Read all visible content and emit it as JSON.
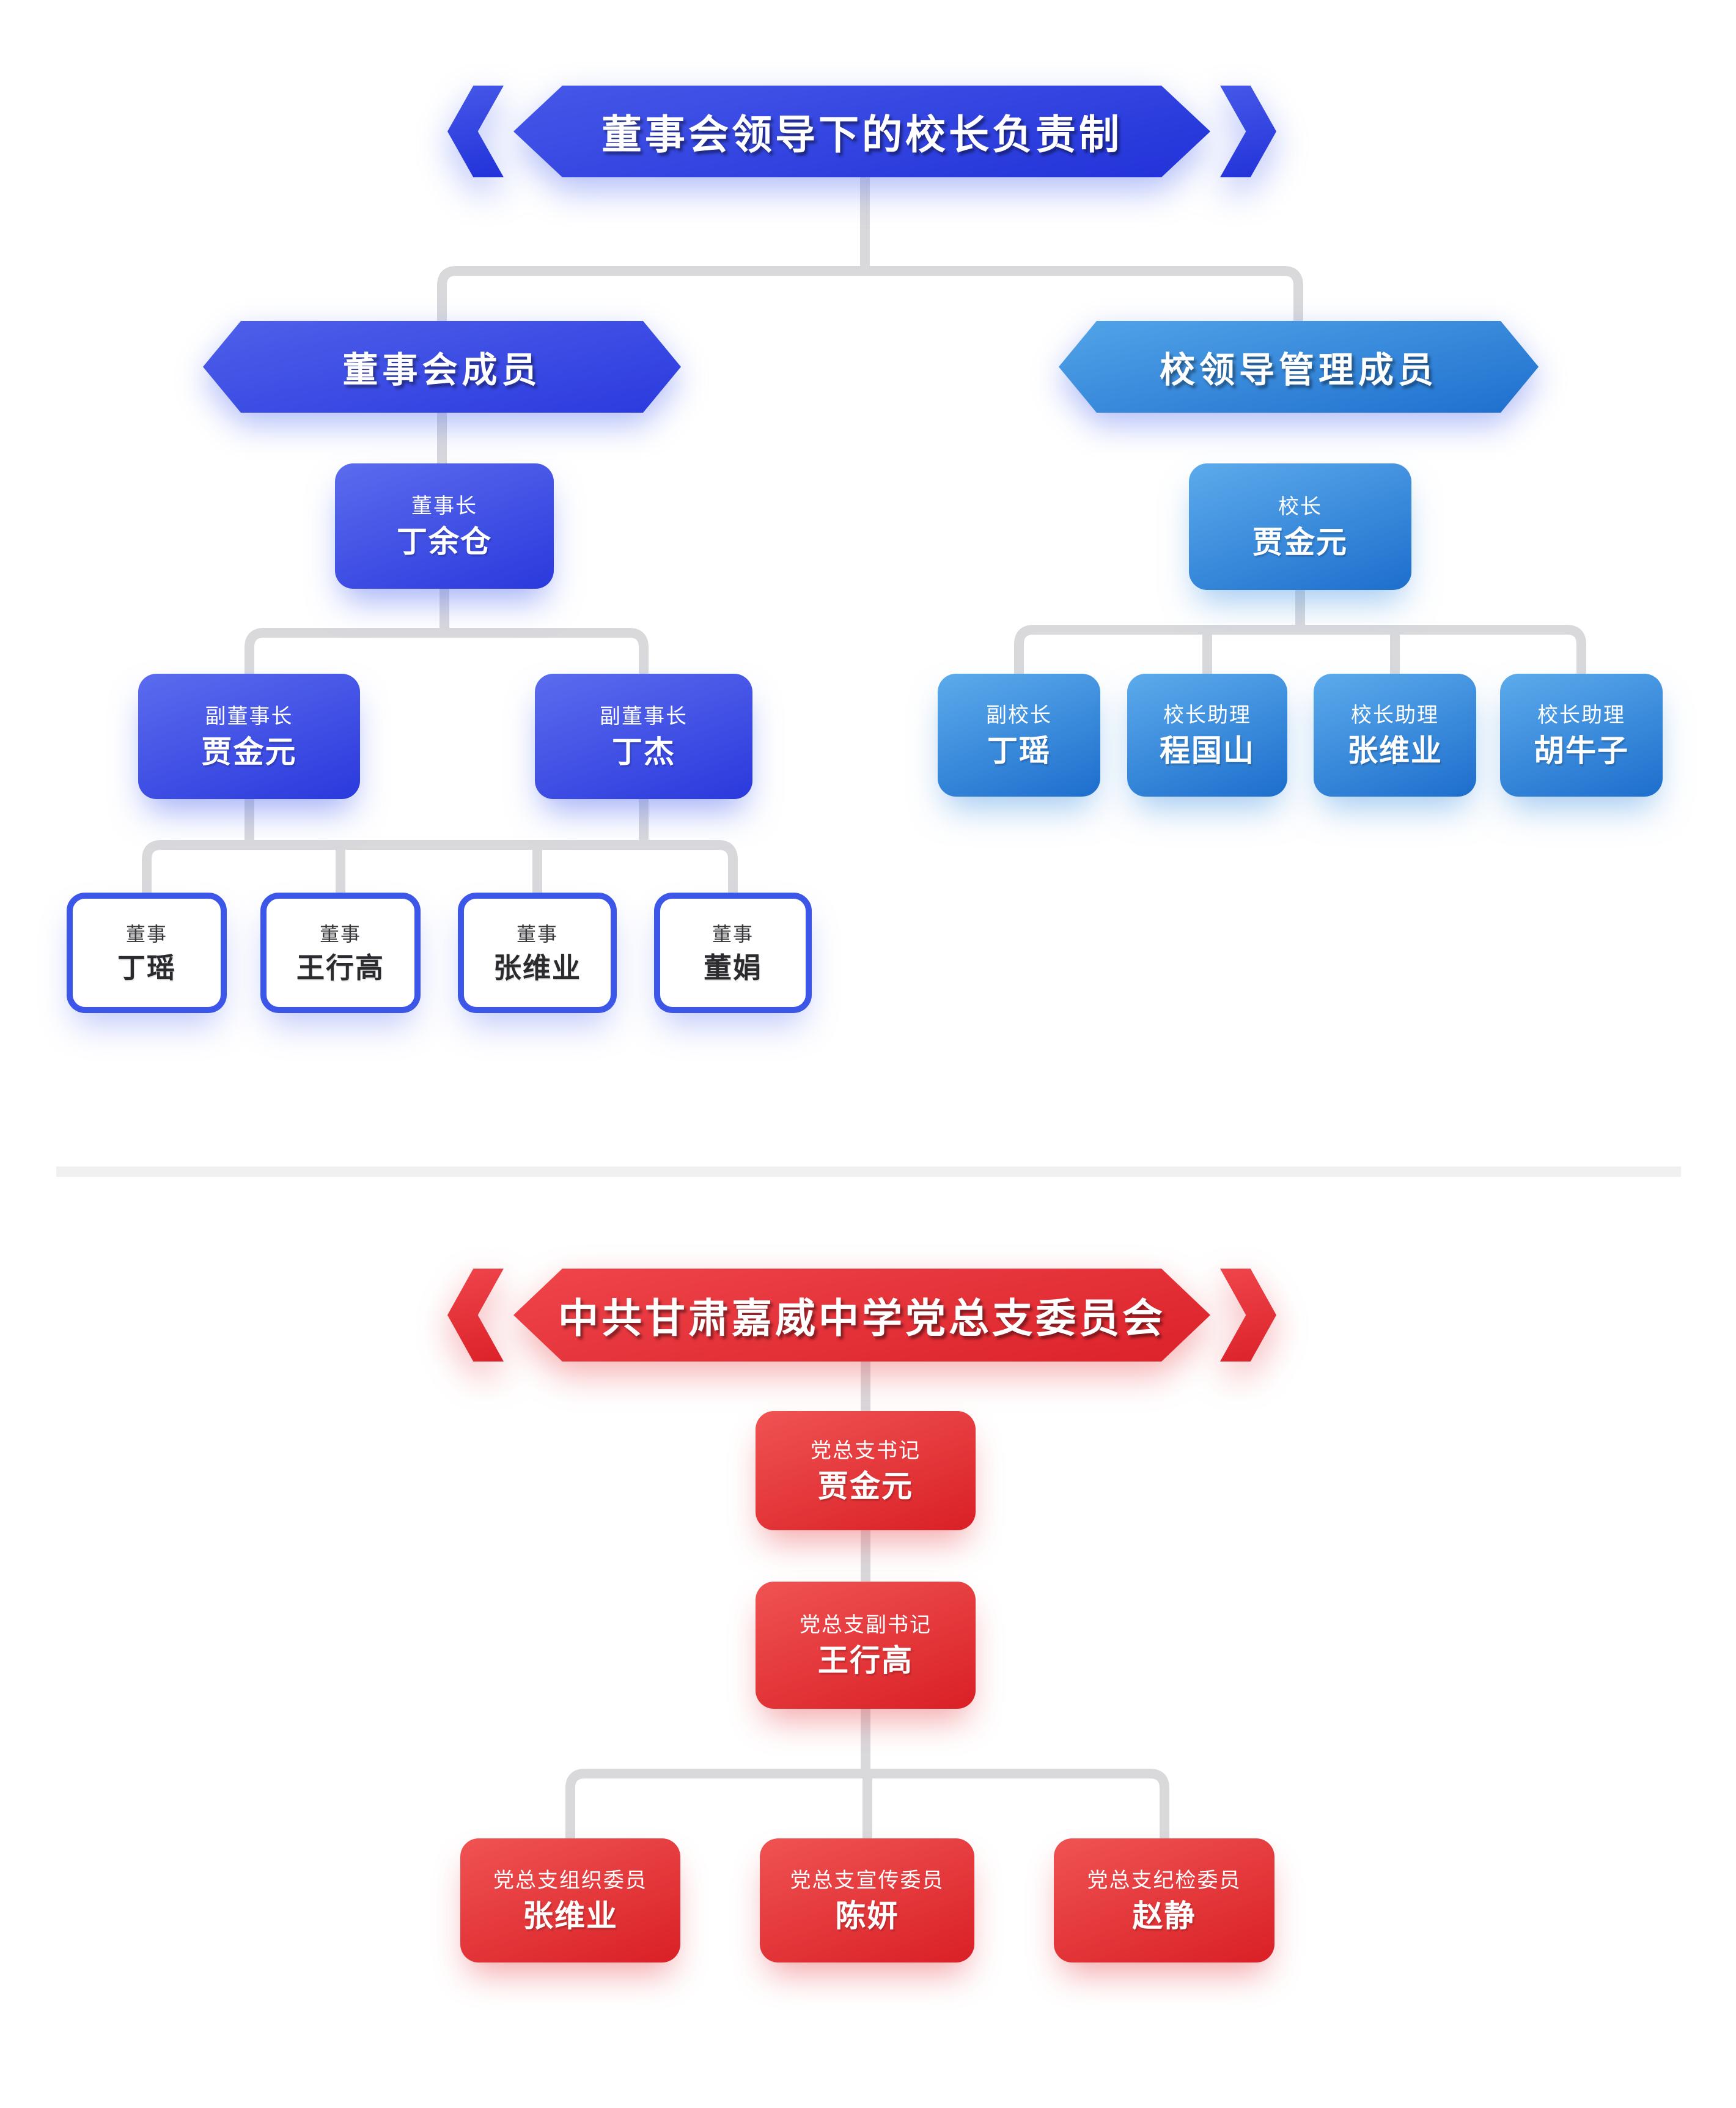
{
  "chart": {
    "title_banner": "董事会领导下的校长负责制",
    "board": {
      "header": "董事会成员",
      "chairman": {
        "title": "董事长",
        "name": "丁余仓"
      },
      "vice_chairmen": [
        {
          "title": "副董事长",
          "name": "贾金元"
        },
        {
          "title": "副董事长",
          "name": "丁杰"
        }
      ],
      "directors": [
        {
          "title": "董事",
          "name": "丁瑶"
        },
        {
          "title": "董事",
          "name": "王行高"
        },
        {
          "title": "董事",
          "name": "张维业"
        },
        {
          "title": "董事",
          "name": "董娟"
        }
      ]
    },
    "school": {
      "header": "校领导管理成员",
      "principal": {
        "title": "校长",
        "name": "贾金元"
      },
      "assistants": [
        {
          "title": "副校长",
          "name": "丁瑶"
        },
        {
          "title": "校长助理",
          "name": "程国山"
        },
        {
          "title": "校长助理",
          "name": "张维业"
        },
        {
          "title": "校长助理",
          "name": "胡牛子"
        }
      ]
    },
    "party": {
      "title_banner": "中共甘肃嘉威中学党总支委员会",
      "secretary": {
        "title": "党总支书记",
        "name": "贾金元"
      },
      "deputy_secretary": {
        "title": "党总支副书记",
        "name": "王行高"
      },
      "committee_members": [
        {
          "title": "党总支组织委员",
          "name": "张维业"
        },
        {
          "title": "党总支宣传委员",
          "name": "陈妍"
        },
        {
          "title": "党总支纪检委员",
          "name": "赵静"
        }
      ]
    },
    "colors": {
      "board_blue": "#2c3bdd",
      "school_blue": "#1f70cf",
      "party_red": "#dc2228",
      "connector_gray": "#d9d9dc",
      "divider_gray": "#f0f0f1"
    }
  }
}
